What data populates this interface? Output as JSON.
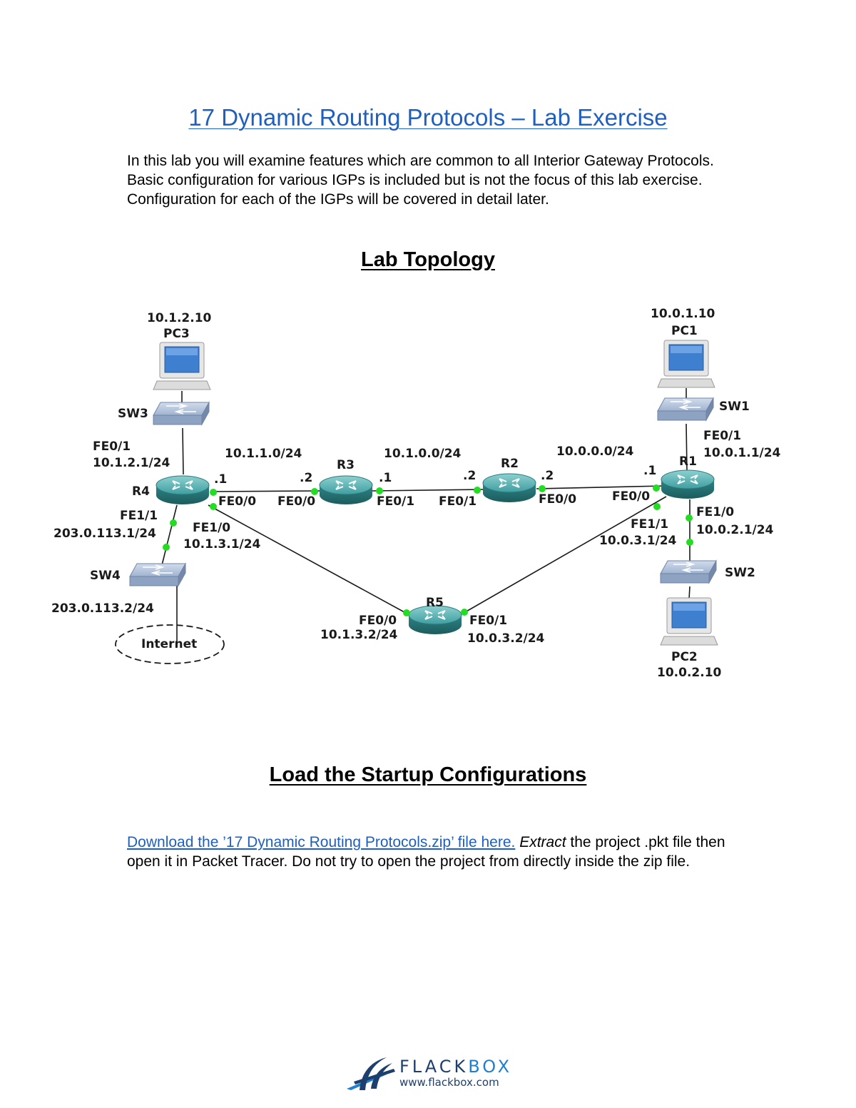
{
  "title": "17 Dynamic Routing Protocols – Lab Exercise",
  "intro": "In this lab you will examine features which are common to all Interior Gateway Protocols. Basic configuration for various IGPs is included but is not the focus of this lab exercise. Configuration for each of the IGPs will be covered in detail later.",
  "section_topology": "Lab Topology",
  "section_load": "Load the Startup Configurations",
  "load_text": {
    "link": "Download the ’17 Dynamic Routing Protocols.zip’ file here.",
    "extract": "Extract",
    "rest": " the project .pkt file then open it in Packet Tracer. Do not try to open the project from directly inside the zip file."
  },
  "topology": {
    "pc3": {
      "ip": "10.1.2.10",
      "name": "PC3"
    },
    "pc1": {
      "ip": "10.0.1.10",
      "name": "PC1"
    },
    "pc2": {
      "name": "PC2",
      "ip": "10.0.2.10"
    },
    "sw1": "SW1",
    "sw2": "SW2",
    "sw3": "SW3",
    "sw4": "SW4",
    "r1": "R1",
    "r2": "R2",
    "r3": "R3",
    "r4": "R4",
    "r5": "R5",
    "internet": "Internet",
    "net_r4_r3": "10.1.1.0/24",
    "net_r3_r2": "10.1.0.0/24",
    "net_r2_r1": "10.0.0.0/24",
    "r4_fe01": "FE0/1",
    "r4_fe01_ip": "10.1.2.1/24",
    "r4_fe11": "FE1/1",
    "r4_fe11_ip": "203.0.113.1/24",
    "r4_fe10": "FE1/0",
    "r4_fe10_ip": "10.1.3.1/24",
    "r4_fe00": "FE0/0",
    "r4_dot": ".1",
    "r3_fe00": "FE0/0",
    "r3_dot_left": ".2",
    "r3_fe01": "FE0/1",
    "r3_dot_right": ".1",
    "r2_fe01": "FE0/1",
    "r2_dot_left": ".2",
    "r2_fe00": "FE0/0",
    "r2_dot_right": ".2",
    "r1_fe00": "FE0/0",
    "r1_dot": ".1",
    "r1_fe01": "FE0/1",
    "r1_fe01_ip": "10.0.1.1/24",
    "r1_fe10": "FE1/0",
    "r1_fe10_ip": "10.0.2.1/24",
    "r1_fe11": "FE1/1",
    "r1_fe11_ip": "10.0.3.1/24",
    "sw4_ip": "203.0.113.2/24",
    "r5_fe00": "FE0/0",
    "r5_fe00_ip": "10.1.3.2/24",
    "r5_fe01": "FE0/1",
    "r5_fe01_ip": "10.0.3.2/24"
  },
  "footer": {
    "brand_a": "FLACK",
    "brand_b": "BOX",
    "url": "www.flackbox.com"
  },
  "colors": {
    "link": "#1f5fc0",
    "port_dot": "#22dd22",
    "router": "#2f8a8c",
    "brand": "#1d3f6e"
  }
}
